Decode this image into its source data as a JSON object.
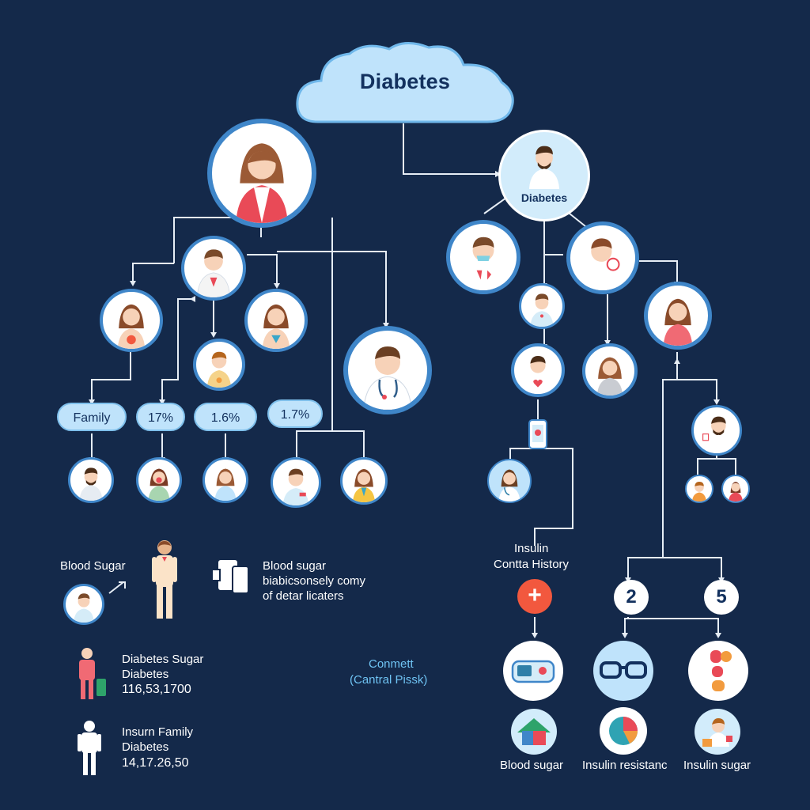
{
  "diagram": {
    "title": "Diabetes",
    "right_root_label": "Diabetes",
    "pills": [
      "Family",
      "17%",
      "1.6%",
      "1.7%"
    ],
    "insulin_label_1": "Insulin",
    "insulin_label_2": "Contta History",
    "center_note_1": "Conmett",
    "center_note_2": "(Cantral Pissk)",
    "num_left": "2",
    "num_right": "5",
    "plus": "+"
  },
  "left_panel": {
    "blood_sugar_label": "Blood Sugar",
    "desc_title": "Blood sugar",
    "desc_line2": "biabicsonsely comy",
    "desc_line3": "of detar licaters",
    "stat1_line1": "Diabetes Sugar",
    "stat1_line2": "Diabetes",
    "stat1_line3": "116,53,1700",
    "stat2_line1": "Insurn Family",
    "stat2_line2": "Diabetes",
    "stat2_line3": "14,17.26,50"
  },
  "bottom_icons": {
    "label1": "Blood sugar",
    "label2": "Insulin resistanc",
    "label3": "Insulin sugar"
  },
  "colors": {
    "background": "#14294a",
    "node_ring": "#3f86c9",
    "pill_fill": "#bfe3fb",
    "cloud_fill": "#bfe3fb",
    "line": "#e6edf5",
    "plus_fill": "#f2583e"
  }
}
